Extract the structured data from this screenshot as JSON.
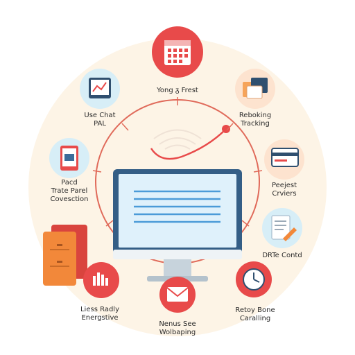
{
  "colors": {
    "background_circle": "#fdf4e6",
    "accent_red": "#e84a4a",
    "line_red": "#e06a5a",
    "icon_bg_blue": "#d7eef7",
    "icon_bg_peach": "#fde3cf",
    "monitor_frame": "#345e86",
    "monitor_screen": "#dff1fb",
    "screen_lines": "#4b9bd8"
  },
  "nodes": [
    {
      "id": "top",
      "icon": "calendar-icon",
      "lines": [
        "Yong ᵹ Frest"
      ]
    },
    {
      "id": "top-left",
      "icon": "tablet-chart-icon",
      "lines": [
        "Use Chat",
        "PAL"
      ]
    },
    {
      "id": "top-right",
      "icon": "cards-icon",
      "lines": [
        "Reboking",
        "Tracking"
      ]
    },
    {
      "id": "left",
      "icon": "phone-icon",
      "lines": [
        "Pacd",
        "Trate Parel",
        "Covesction"
      ]
    },
    {
      "id": "right",
      "icon": "credit-card-icon",
      "lines": [
        "Peejest",
        "Crviers"
      ]
    },
    {
      "id": "right-lower",
      "icon": "document-pen-icon",
      "lines": [
        "DRTe Contd"
      ]
    },
    {
      "id": "bottom-left",
      "icon": "bar-chart-icon",
      "lines": [
        "Liess Radly",
        "Energstive"
      ]
    },
    {
      "id": "bottom",
      "icon": "envelope-icon",
      "lines": [
        "Nenus See",
        "Wolbaping"
      ]
    },
    {
      "id": "bottom-right",
      "icon": "clock-icon",
      "lines": [
        "Retoy Bone",
        "Caralling"
      ]
    }
  ]
}
